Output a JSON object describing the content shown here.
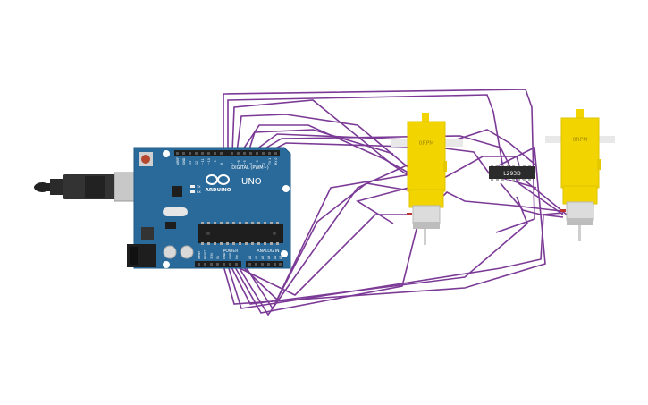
{
  "arduino": {
    "logo_text": "ARDUINO",
    "model": "UNO",
    "digital_label": "DIGITAL (PWM~)",
    "power_label": "POWER",
    "analog_label": "ANALOG IN",
    "tx_label": "TX",
    "rx_label": "RX",
    "top_pins": [
      "AREF",
      "GND",
      "13",
      "12",
      "~11",
      "~10",
      "~9",
      "8",
      "7",
      "~6",
      "~5",
      "4",
      "~3",
      "2",
      "TX 1",
      "RX 0"
    ],
    "power_pins": [
      "IOREF",
      "RESET",
      "3.3V",
      "5V",
      "GND",
      "GND",
      "Vin"
    ],
    "analog_pins": [
      "A0",
      "A1",
      "A2",
      "A3",
      "A4",
      "A5"
    ]
  },
  "motor_left": {
    "rpm": "0RPM"
  },
  "motor_right": {
    "rpm": "0RPM"
  },
  "driver_chip": {
    "label": "L293D"
  },
  "colors": {
    "wire": "#7b3a96",
    "board": "#2a6a9a",
    "board_edge": "#1f5a86",
    "motor_yellow": "#f2d400",
    "chip": "#2b2b2b"
  }
}
